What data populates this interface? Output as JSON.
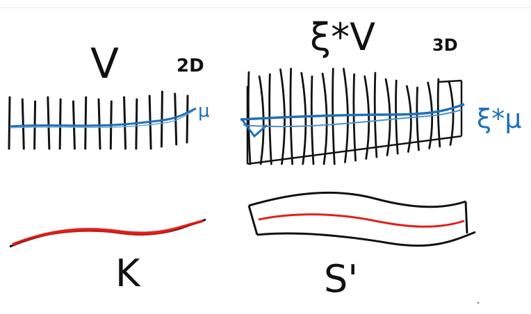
{
  "colors": {
    "ink": "#111111",
    "blue": "#1f6fb8",
    "red": "#e0201b"
  },
  "left_top": {
    "title": "V",
    "dim_label": "2D",
    "curve_label": "μ",
    "tick_count": 15
  },
  "right_top": {
    "title": "ξ*V",
    "dim_label": "3D",
    "curve_label": "ξ*μ",
    "tick_count": 20
  },
  "left_bottom": {
    "label": "K"
  },
  "right_bottom": {
    "label": "S'"
  }
}
